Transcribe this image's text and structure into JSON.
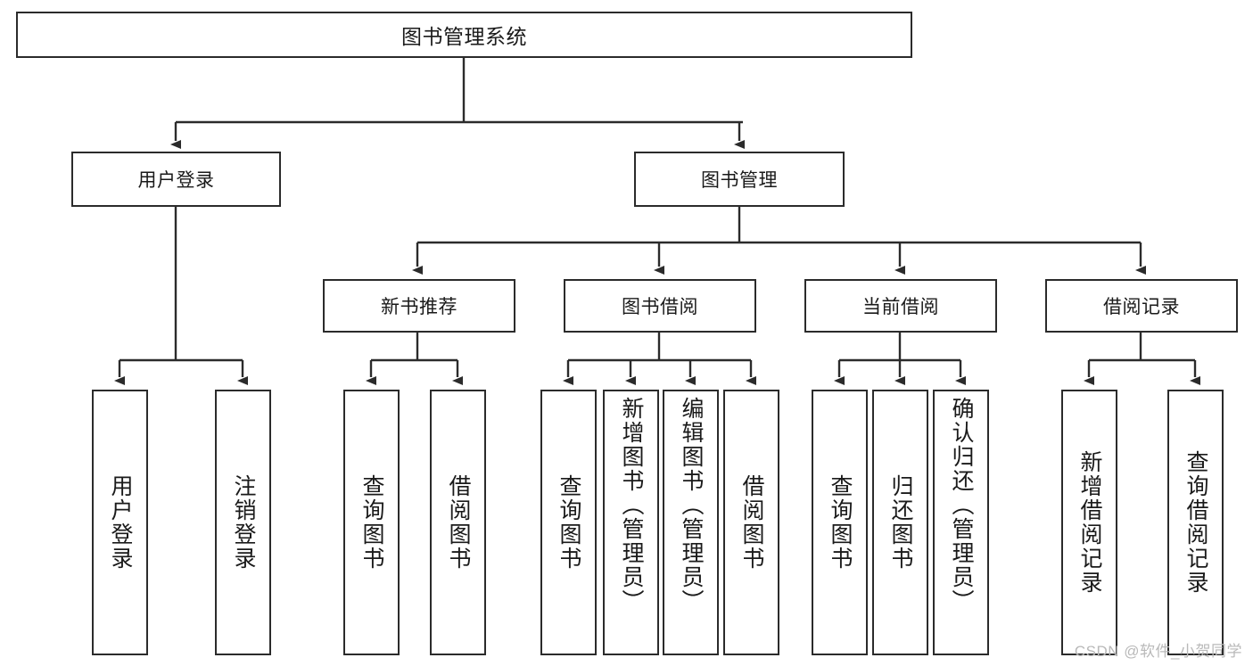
{
  "diagram": {
    "type": "tree-hierarchy",
    "title": "图书管理系统",
    "root": {
      "label": "图书管理系统"
    },
    "level2": [
      {
        "id": "user-login",
        "label": "用户登录"
      },
      {
        "id": "book-manage",
        "label": "图书管理"
      }
    ],
    "level3": [
      {
        "id": "new-book-recommend",
        "label": "新书推荐",
        "parent": "book-manage"
      },
      {
        "id": "book-borrow",
        "label": "图书借阅",
        "parent": "book-manage"
      },
      {
        "id": "current-borrow",
        "label": "当前借阅",
        "parent": "book-manage"
      },
      {
        "id": "borrow-record",
        "label": "借阅记录",
        "parent": "book-manage"
      }
    ],
    "leaves": [
      {
        "id": "leaf-user-login",
        "label": "用户登录",
        "parent": "user-login"
      },
      {
        "id": "leaf-user-logout",
        "label": "注销登录",
        "parent": "user-login"
      },
      {
        "id": "leaf-query-book-1",
        "label": "查询图书",
        "parent": "new-book-recommend"
      },
      {
        "id": "leaf-borrow-book-1",
        "label": "借阅图书",
        "parent": "new-book-recommend"
      },
      {
        "id": "leaf-query-book-2",
        "label": "查询图书",
        "parent": "book-borrow"
      },
      {
        "id": "leaf-add-book",
        "label": "新增图书（管理员）",
        "parent": "book-borrow"
      },
      {
        "id": "leaf-edit-book",
        "label": "编辑图书（管理员）",
        "parent": "book-borrow"
      },
      {
        "id": "leaf-borrow-book-2",
        "label": "借阅图书",
        "parent": "book-borrow"
      },
      {
        "id": "leaf-query-book-3",
        "label": "查询图书",
        "parent": "current-borrow"
      },
      {
        "id": "leaf-return-book",
        "label": "归还图书",
        "parent": "current-borrow"
      },
      {
        "id": "leaf-confirm-return",
        "label": "确认归还（管理员）",
        "parent": "current-borrow"
      },
      {
        "id": "leaf-add-record",
        "label": "新增借阅记录",
        "parent": "borrow-record"
      },
      {
        "id": "leaf-query-record",
        "label": "查询借阅记录",
        "parent": "borrow-record"
      }
    ],
    "watermark": "CSDN @软件_小贺同学",
    "colors": {
      "stroke": "#2b2b2b",
      "fill": "#ffffff",
      "text": "#1a1a1a",
      "watermark": "#b9b9b9"
    }
  }
}
